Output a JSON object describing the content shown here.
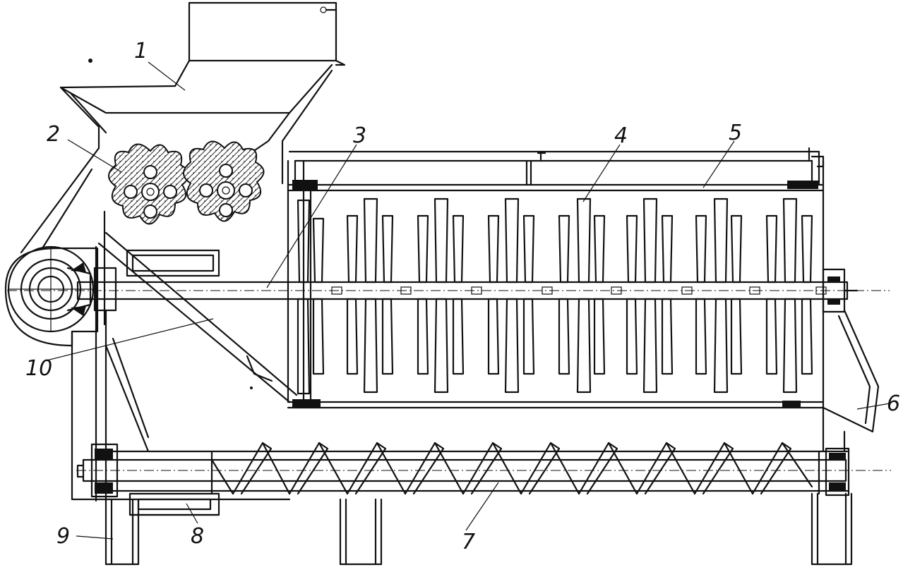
{
  "callouts": [
    {
      "id": "c1",
      "text": "1"
    },
    {
      "id": "c2",
      "text": "2"
    },
    {
      "id": "c3",
      "text": "3"
    },
    {
      "id": "c4",
      "text": "4"
    },
    {
      "id": "c5",
      "text": "5"
    },
    {
      "id": "c6",
      "text": "6"
    },
    {
      "id": "c7",
      "text": "7"
    },
    {
      "id": "c8",
      "text": "8"
    },
    {
      "id": "c9",
      "text": "9"
    },
    {
      "id": "c10",
      "text": "10"
    }
  ]
}
